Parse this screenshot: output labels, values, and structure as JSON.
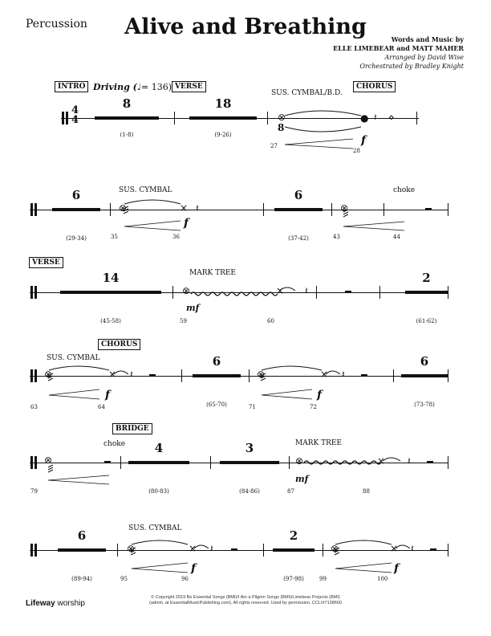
{
  "header": {
    "part": "Percussion",
    "title": "Alive and Breathing",
    "credits": {
      "line1": "Words and Music by",
      "line2": "ELLE LIMEBEAR and MATT MAHER",
      "line3": "Arranged by David Wise",
      "line4": "Orchestrated by Bradley Knight"
    }
  },
  "system1": {
    "intro": "INTRO",
    "tempo": "Driving (",
    "tempo_note": "♩",
    "tempo_val": "= 136)",
    "verse": "VERSE",
    "chorus": "CHORUS",
    "time_sig_top": "4",
    "time_sig_bottom": "4",
    "rest1_count": "8",
    "rest1_range": "(1-8)",
    "rest2_count": "18",
    "rest2_range": "(9-26)",
    "instr": "SUS. CYMBAL/B.D.",
    "m27": "27",
    "m28": "28",
    "roll_8": "8",
    "dyn": "f"
  },
  "system2": {
    "rest1_count": "6",
    "rest1_range": "(29-34)",
    "instr": "SUS. CYMBAL",
    "m35": "35",
    "m36": "36",
    "dyn": "f",
    "rest2_count": "6",
    "rest2_range": "(37-42)",
    "m43": "43",
    "m44": "44",
    "choke": "choke"
  },
  "system3": {
    "verse": "VERSE",
    "rest1_count": "14",
    "rest1_range": "(45-58)",
    "instr": "MARK TREE",
    "m59": "59",
    "m60": "60",
    "dyn": "mf",
    "rest2_count": "2",
    "rest2_range": "(61-62)"
  },
  "system4": {
    "instr": "SUS. CYMBAL",
    "chorus": "CHORUS",
    "m63": "63",
    "m64": "64",
    "dyn1": "f",
    "rest1_count": "6",
    "rest1_range": "(65-70)",
    "m71": "71",
    "m72": "72",
    "dyn2": "f",
    "rest2_count": "6",
    "rest2_range": "(73-78)"
  },
  "system5": {
    "bridge": "BRIDGE",
    "choke": "choke",
    "m79": "79",
    "rest1_count": "4",
    "rest1_range": "(80-83)",
    "rest2_count": "3",
    "rest2_range": "(84-86)",
    "instr": "MARK TREE",
    "m87": "87",
    "m88": "88",
    "dyn": "mf"
  },
  "system6": {
    "rest1_count": "6",
    "rest1_range": "(89-94)",
    "instr": "SUS. CYMBAL",
    "m95": "95",
    "m96": "96",
    "dyn1": "f",
    "rest2_count": "2",
    "rest2_range": "(97-98)",
    "m99": "99",
    "m100": "100",
    "dyn2": "f"
  },
  "footer": {
    "copyright1": "© Copyright 2019 Be Essential Songs (BMI)/I Am a Pilgrim Songs (BMI)/Limebear Projects (BMI)",
    "copyright2": "(admin. at EssentialMusicPublishing.com). All rights reserved. Used by permission. CCLI#7138660",
    "logo_a": "Lifeway",
    "logo_b": " worship"
  }
}
